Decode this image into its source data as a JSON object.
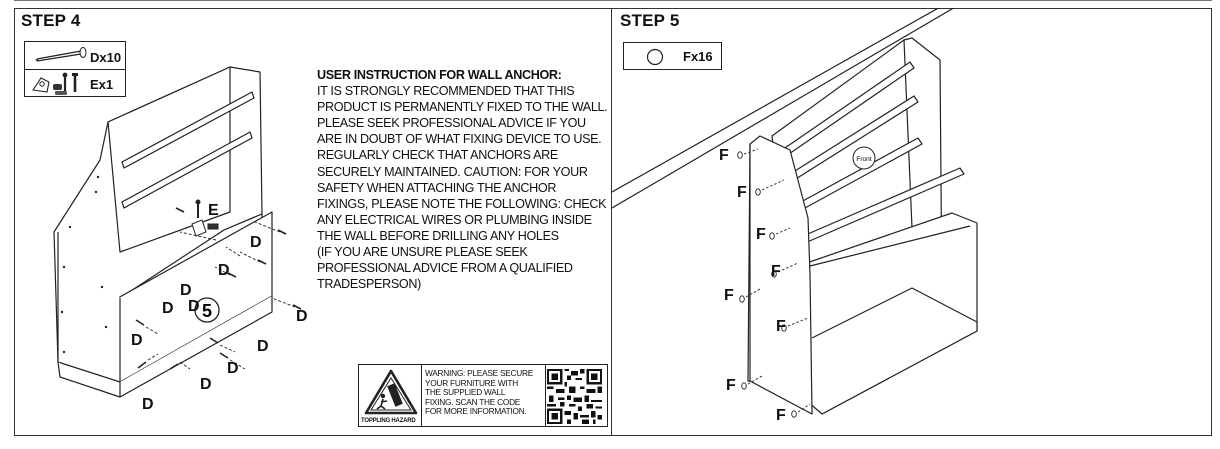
{
  "step4": {
    "title": "STEP 4",
    "parts": [
      {
        "icon": "screw-icon",
        "qty": "Dx10"
      },
      {
        "icon": "wall-anchor-icon",
        "qty": "Ex1"
      }
    ],
    "labels": {
      "d": "D",
      "e": "E",
      "panel": "5"
    },
    "instruction": {
      "title": "USER INSTRUCTION FOR WALL ANCHOR:",
      "lines": [
        "IT IS STRONGLY RECOMMENDED THAT THIS",
        "PRODUCT IS PERMANENTLY FIXED TO THE WALL.",
        "PLEASE SEEK PROFESSIONAL ADVICE IF YOU",
        "ARE IN DOUBT OF WHAT FIXING DEVICE TO USE.",
        "REGULARLY CHECK THAT ANCHORS ARE",
        "SECURELY MAINTAINED. CAUTION: FOR YOUR",
        "SAFETY WHEN ATTACHING THE ANCHOR",
        "FIXINGS, PLEASE NOTE THE FOLLOWING: CHECK",
        "ANY ELECTRICAL WIRES OR PLUMBING INSIDE",
        "THE WALL BEFORE DRILLING ANY HOLES",
        "(IF YOU ARE UNSURE PLEASE SEEK",
        "PROFESSIONAL ADVICE FROM A QUALIFIED",
        "TRADESPERSON)"
      ]
    },
    "warning": {
      "hazard_caption": "TOPPLING HAZARD",
      "lines": [
        "WARNING: PLEASE SECURE",
        "YOUR FURNITURE WITH",
        "THE SUPPLIED WALL",
        "FIXING. SCAN THE CODE",
        "FOR MORE INFORMATION."
      ]
    }
  },
  "step5": {
    "title": "STEP 5",
    "parts": [
      {
        "icon": "cam-cap-icon",
        "qty": "Fx16"
      }
    ],
    "labels": {
      "f": "F",
      "front": "Front"
    }
  }
}
